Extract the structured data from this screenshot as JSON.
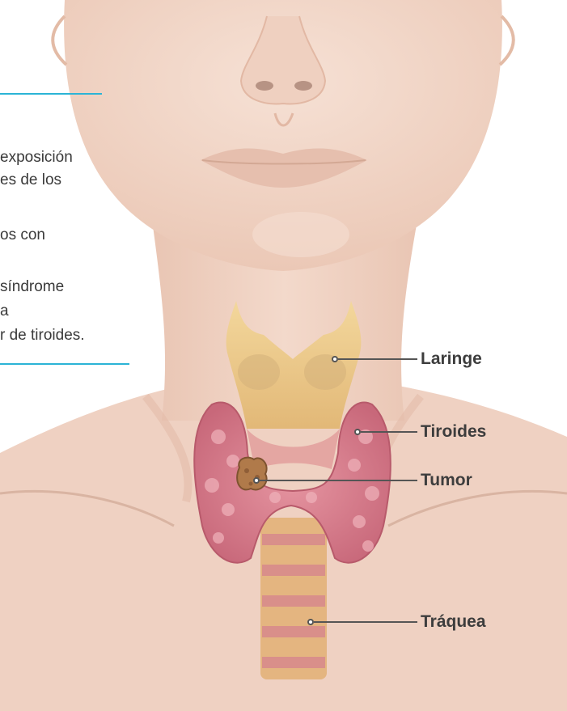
{
  "sidebar": {
    "lines": [
      "exposición",
      "es de los",
      "os con",
      "síndrome",
      "a",
      "r de tiroides."
    ]
  },
  "labels": {
    "laringe": "Laringe",
    "tiroides": "Tiroides",
    "tumor": "Tumor",
    "traquea": "Tráquea"
  },
  "colors": {
    "accent_rule": "#2bb4d6",
    "skin": "#f2d7c9",
    "thyroid": "#d67c8a",
    "cartilage": "#ecc98a",
    "tumor": "#b07a4a"
  }
}
